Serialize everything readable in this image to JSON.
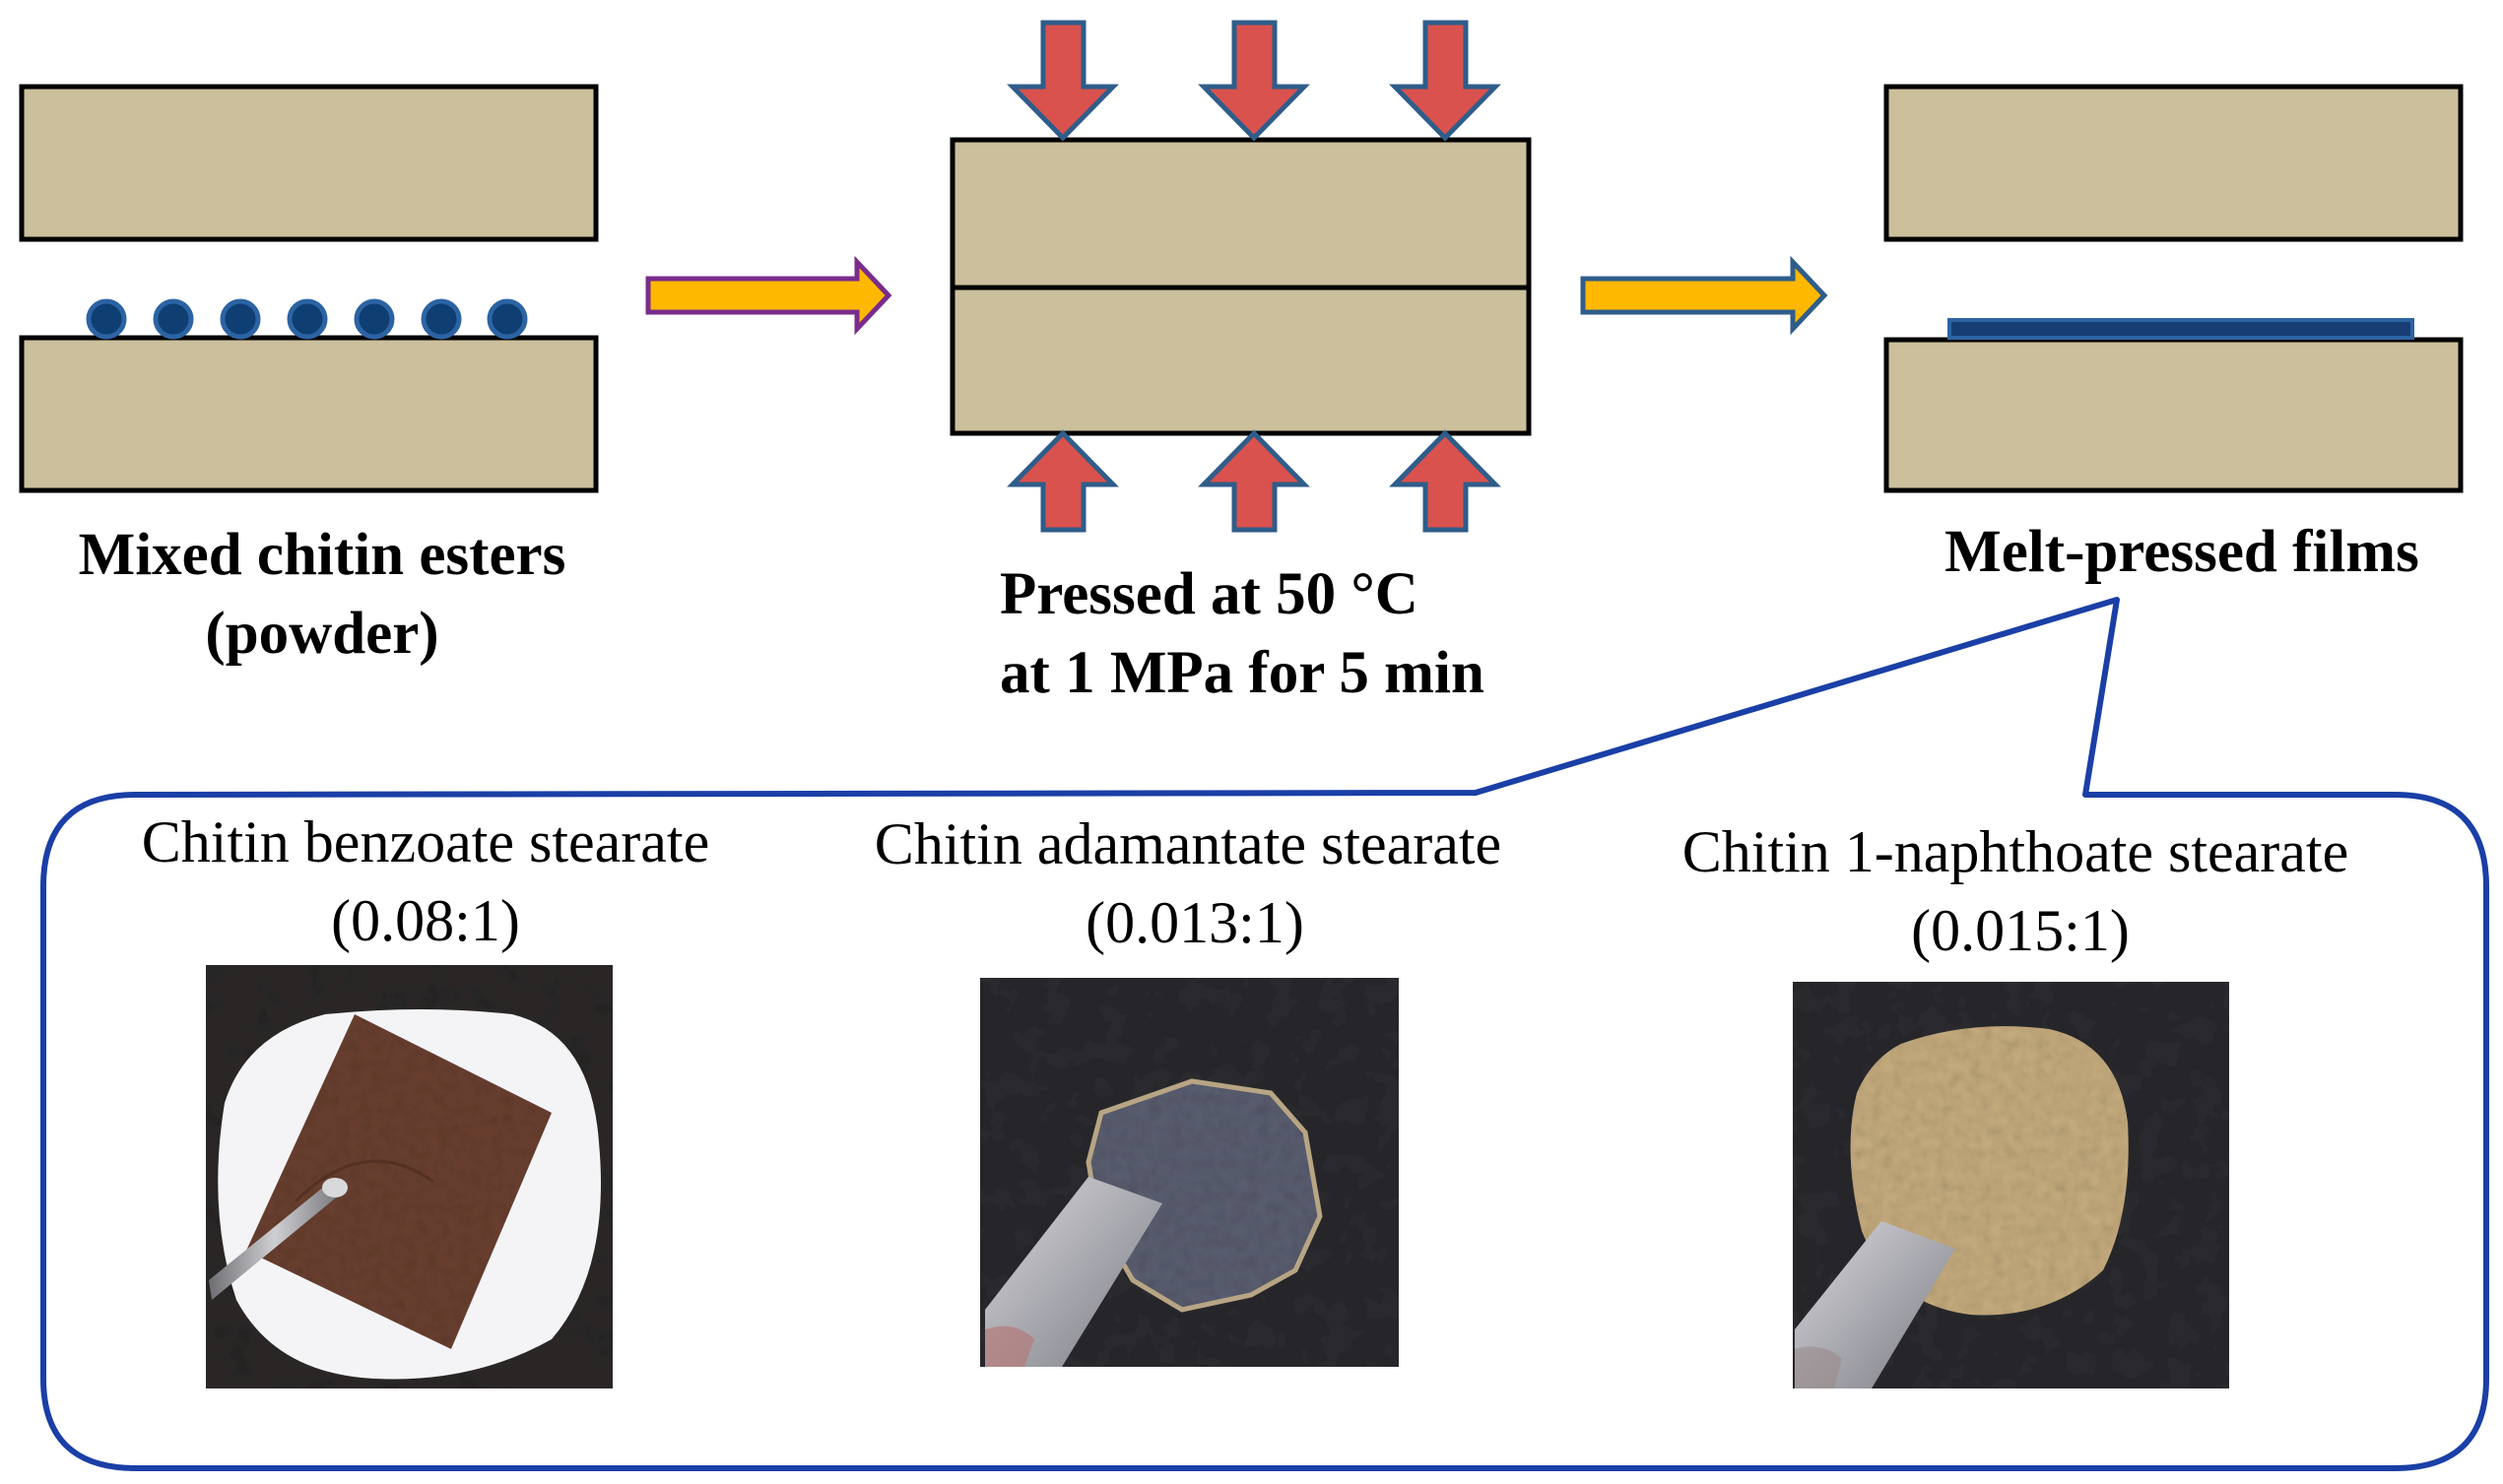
{
  "steps": {
    "powder": {
      "line1": "Mixed chitin esters",
      "line2": "(powder)"
    },
    "press": {
      "line1": "Pressed at 50 °C",
      "line2": "at 1 MPa for 5 min"
    },
    "films": {
      "label": "Melt-pressed films"
    }
  },
  "samples": [
    {
      "name": "Chitin benzoate stearate",
      "ratio": "(0.08:1)",
      "film_color": "#6a4030"
    },
    {
      "name": "Chitin adamantate stearate",
      "ratio": "(0.013:1)",
      "film_color": "#5a5e70"
    },
    {
      "name": "Chitin 1-naphthoate stearate",
      "ratio": "(0.015:1)",
      "film_color": "#c6ac7e"
    }
  ],
  "colors": {
    "plate": "#cbbf9c",
    "press_arrow": "#d9524e",
    "flow_arrow_fill": "#ffb800",
    "flow_arrow_outline_1": "#7a2c8c",
    "flow_arrow_outline_2": "#2f5d8a",
    "powder_dot": "#0f3e72",
    "film_layer": "#173e73",
    "callout_border": "#1a3fa6"
  },
  "icons": {
    "press_arrow": "down-arrow-icon / up-arrow-icon",
    "flow_arrow": "right-arrow-icon"
  }
}
